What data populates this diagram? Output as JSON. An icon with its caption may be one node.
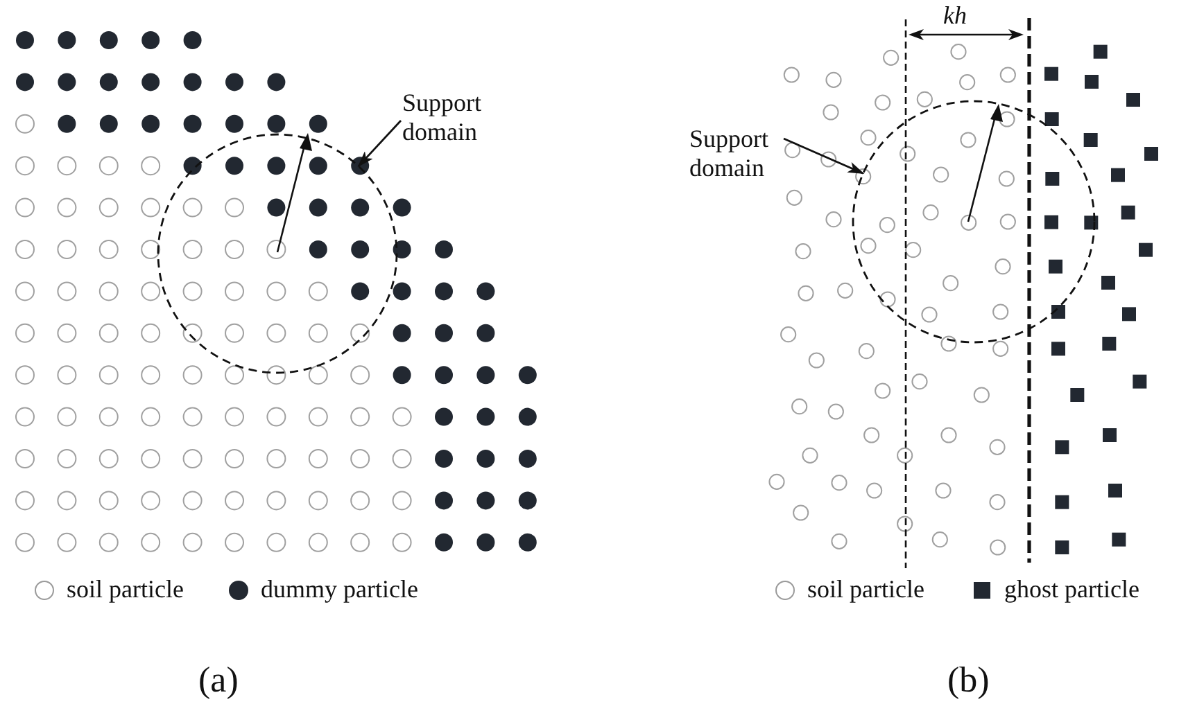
{
  "diagram": {
    "nodes": [
      {
        "text": [
          "Support domain"
        ]
      },
      {
        "text": [],
        "shape": "circle"
      },
      {
        "text": [
          "Support domain"
        ]
      },
      {
        "text": [],
        "shape": "circle"
      }
    ],
    "edges": [
      {
        "from": 0,
        "to": 1,
        "arrow": "to"
      },
      {
        "from": 2,
        "to": 3,
        "arrow": "to"
      }
    ],
    "labels": [
      "kh",
      "(a)",
      "(b)"
    ],
    "legend": [
      {
        "text": "soil particle"
      },
      {
        "text": "dummy particle"
      },
      {
        "text": "soil particle"
      },
      {
        "text": "ghost particle"
      }
    ]
  }
}
